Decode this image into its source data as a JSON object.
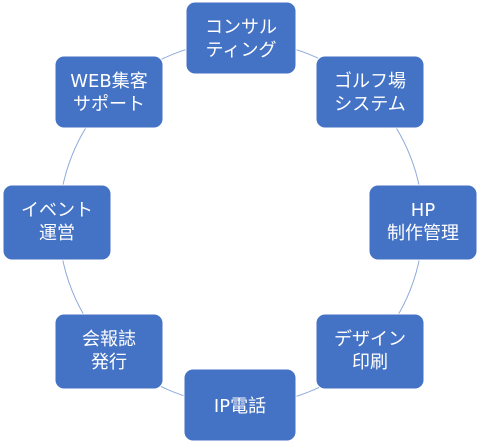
{
  "diagram": {
    "nodes": [
      {
        "id": "consulting",
        "lines": [
          "コンサル",
          "ティング"
        ]
      },
      {
        "id": "golf-system",
        "lines": [
          "ゴルフ場",
          "システム"
        ]
      },
      {
        "id": "hp-production",
        "lines": [
          "HP",
          "制作管理"
        ]
      },
      {
        "id": "design-print",
        "lines": [
          "デザイン",
          "印刷"
        ]
      },
      {
        "id": "ip-phone",
        "lines": [
          "IP電話"
        ]
      },
      {
        "id": "newsletter",
        "lines": [
          "会報誌",
          "発行"
        ]
      },
      {
        "id": "event",
        "lines": [
          "イベント",
          "運営"
        ]
      },
      {
        "id": "web-marketing",
        "lines": [
          "WEB集客",
          "サポート"
        ]
      }
    ],
    "colors": {
      "box_fill": "#4472c4",
      "text": "#ffffff",
      "ring": "#8eaadb"
    }
  }
}
